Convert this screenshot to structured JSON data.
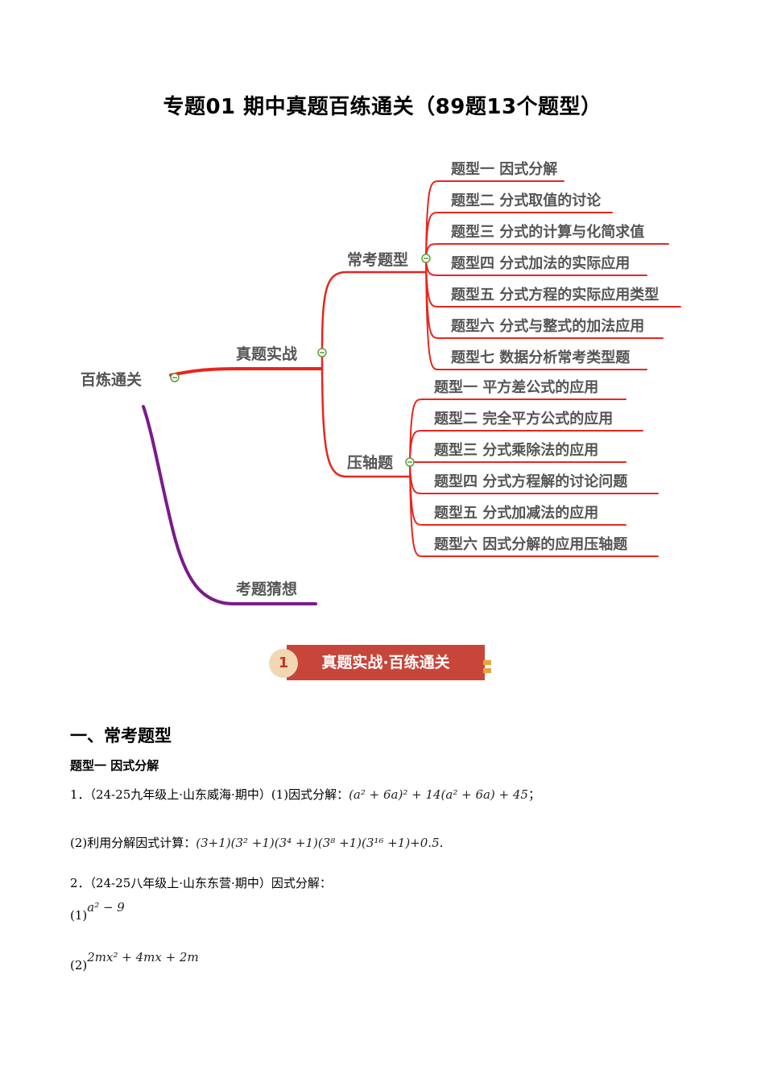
{
  "title": "专题01  期中真题百练通关（89题13个题型）",
  "mindmap": {
    "root": "百炼通关",
    "branch1": "真题实战",
    "branch2": "考题猜想",
    "sub1": "常考题型",
    "sub2": "压轴题",
    "sub1_items": [
      "题型一 因式分解",
      "题型二 分式取值的讨论",
      "题型三 分式的计算与化简求值",
      "题型四 分式加法的实际应用",
      "题型五 分式方程的实际应用类型",
      "题型六 分式与整式的加法应用",
      "题型七 数据分析常考类型题"
    ],
    "sub2_items": [
      "题型一 平方差公式的应用",
      "题型二 完全平方公式的应用",
      "题型三 分式乘除法的应用",
      "题型四 分式方程解的讨论问题",
      "题型五 分式加减法的应用",
      "题型六 因式分解的应用压轴题"
    ],
    "colors": {
      "red": "#e8251e",
      "purple": "#7b1a8c",
      "underline": "#e8251e"
    }
  },
  "banner": {
    "number": "1",
    "text": "真题实战·百练通关"
  },
  "section_heading": "一、常考题型",
  "subsection_heading": "题型一  因式分解",
  "q1": {
    "prefix": "1．（24-25九年级上·山东威海·期中）(1)因式分解：",
    "expr1": "(a² + 6a)² + 14(a² + 6a) + 45",
    "sep": "；",
    "part2": "(2)利用分解因式计算：",
    "expr2": "(3+1)(3² +1)(3⁴ +1)(3⁸ +1)(3¹⁶ +1)+0.5",
    "end": "."
  },
  "q2": {
    "prefix": "2．（24-25八年级上·山东东营·期中）因式分解：",
    "p1_label": "(1)",
    "p1_expr": "a² − 9",
    "p2_label": "(2)",
    "p2_expr": "2mx² + 4mx + 2m"
  }
}
